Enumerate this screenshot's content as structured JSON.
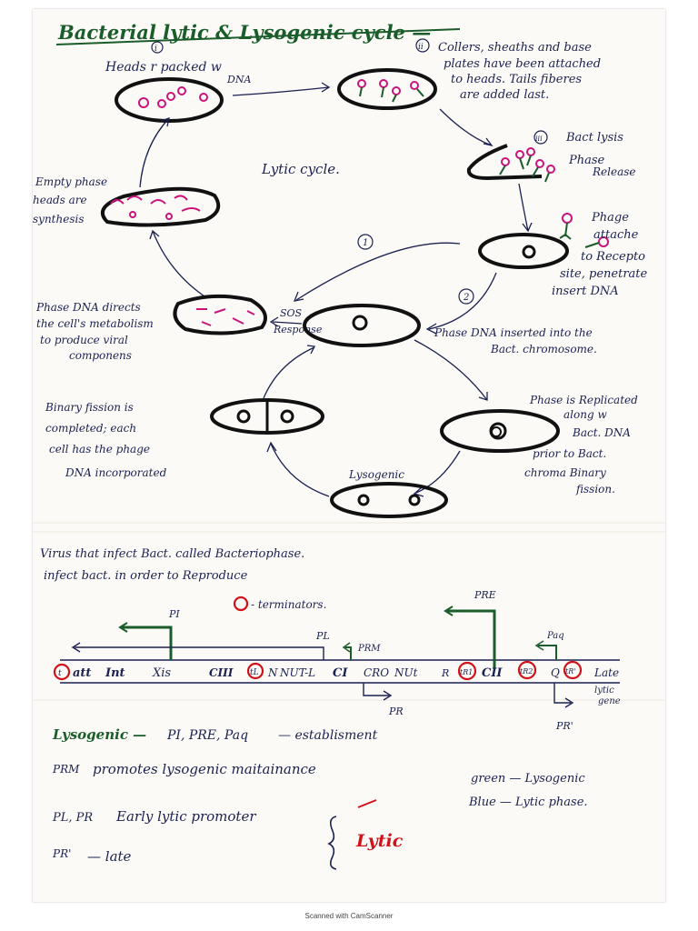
{
  "title": "Bacterial lytic & Lysogenic cycle —",
  "footer": "Scanned with CamScanner",
  "lytic_cycle": {
    "label": "Lytic cycle.",
    "step1": {
      "marker": "i",
      "text": [
        "Heads r packed w",
        "DNA"
      ]
    },
    "step2": {
      "marker": "ii",
      "text": [
        "Collers, sheaths and base",
        "plates have been attached",
        "to heads. Tails fiberes",
        "are added last."
      ]
    },
    "step3": {
      "marker": "iii",
      "text": [
        "Bact lysis",
        "Phase",
        "Release"
      ]
    },
    "step4": {
      "text": [
        "Phage",
        "attache",
        "to Recepto",
        "site, penetrate",
        "insert DNA"
      ]
    },
    "empty_phage": [
      "Empty phase",
      "heads are",
      "synthesis"
    ],
    "phage_dna_directs": [
      "Phase DNA directs",
      "the cell's metabolism",
      "to produce viral",
      "componens"
    ],
    "sos": [
      "SOS",
      "Response"
    ]
  },
  "path_markers": {
    "one": "1",
    "two": "2"
  },
  "lysogenic_cycle": {
    "label": "Lysogenic",
    "inserted": [
      "Phase DNA inserted into the",
      "Bact. chromosome."
    ],
    "replicated": [
      "Phase is Replicated",
      "along w",
      "Bact. DNA",
      "prior to Bact.",
      "chroma Binary",
      "fission."
    ],
    "binary_fission": [
      "Binary fission is",
      "completed; each",
      "cell has the phage",
      "DNA incorporated"
    ]
  },
  "intro": [
    "Virus that infect Bact. called Bacteriophase.",
    "infect bact. in order to Reproduce"
  ],
  "terminators_legend": "- terminators.",
  "gene_map": {
    "genes": [
      "att",
      "Int",
      "Xis",
      "CIII",
      "N",
      "NUT-L",
      "CI",
      "CRO",
      "NUt",
      "R",
      "CII",
      "Q",
      "Late"
    ],
    "terminators": [
      "t",
      "tL",
      "tR1",
      "tR2",
      "tR'"
    ],
    "promoters": [
      "PI",
      "PL",
      "PRM",
      "PR",
      "PRE",
      "Paq",
      "PR'"
    ],
    "late_note": [
      "lytic",
      "gene"
    ]
  },
  "notes": {
    "lysogenic_line": [
      "Lysogenic —",
      "PI, PRE, Paq",
      "— establisment"
    ],
    "prm_line": [
      "PRM",
      "promotes lysogenic maitainance"
    ],
    "pl_pr_line": [
      "PL, PR",
      "Early lytic promoter"
    ],
    "pr_prime_line": [
      "PR'",
      "— late"
    ],
    "brace_label": "Lytic",
    "color_key": [
      "green — Lysogenic",
      "Blue — Lytic phase."
    ]
  },
  "colors": {
    "ink": "#1b2150",
    "green": "#1a5c2a",
    "magenta": "#c8147c",
    "red": "#d0121a",
    "paper": "#fbfaf7"
  }
}
